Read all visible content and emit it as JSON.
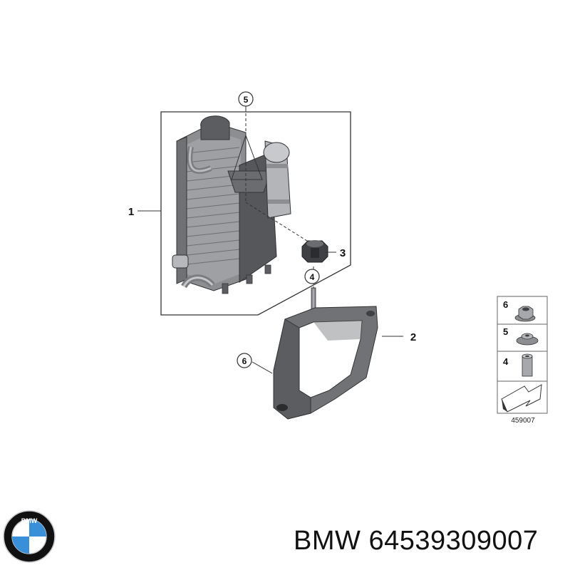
{
  "callouts": {
    "c1": "1",
    "c2": "2",
    "c3": "3",
    "c4": "4",
    "c5": "5",
    "c6": "6"
  },
  "legend": {
    "rows": [
      "6",
      "5",
      "4"
    ],
    "code": "459007"
  },
  "logo": {
    "letters": "BMW",
    "colors": {
      "blue": "#3a8fd9",
      "black": "#111111",
      "silver": "#c9ccd0"
    }
  },
  "footer": {
    "brand": "BMW",
    "part_number": "64539309007"
  },
  "colors": {
    "line": "#333333",
    "part_dark": "#5b5d60",
    "part_mid": "#8c8e91",
    "part_light": "#c7c9cc"
  }
}
